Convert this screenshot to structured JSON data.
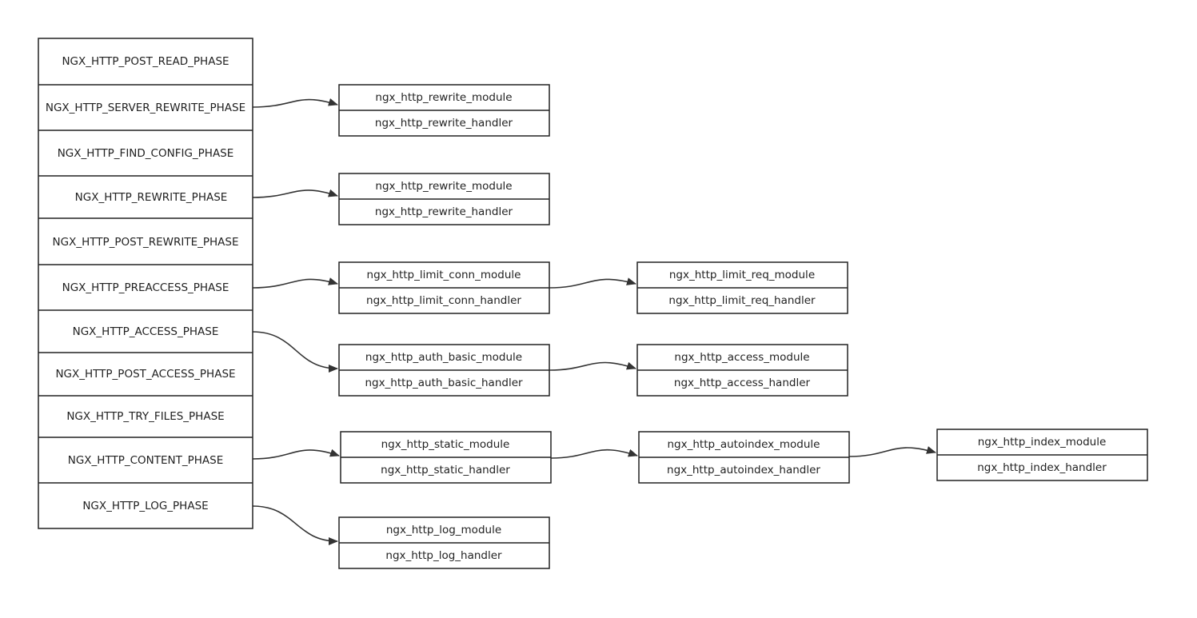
{
  "colors": {
    "stroke": "#222222",
    "text": "#222222",
    "background": "#ffffff",
    "arrow": "#333333"
  },
  "phases": [
    "NGX_HTTP_POST_READ_PHASE",
    "NGX_HTTP_SERVER_REWRITE_PHASE",
    "NGX_HTTP_FIND_CONFIG_PHASE",
    "NGX_HTTP_REWRITE_PHASE",
    "NGX_HTTP_POST_REWRITE_PHASE",
    "NGX_HTTP_PREACCESS_PHASE",
    "NGX_HTTP_ACCESS_PHASE",
    "NGX_HTTP_POST_ACCESS_PHASE",
    "NGX_HTTP_TRY_FILES_PHASE",
    "NGX_HTTP_CONTENT_PHASE",
    "NGX_HTTP_LOG_PHASE"
  ],
  "modules": [
    {
      "phase": "NGX_HTTP_SERVER_REWRITE_PHASE",
      "module": "ngx_http_rewrite_module",
      "handler": "ngx_http_rewrite_handler"
    },
    {
      "phase": "NGX_HTTP_REWRITE_PHASE",
      "module": "ngx_http_rewrite_module",
      "handler": "ngx_http_rewrite_handler"
    },
    {
      "phase": "NGX_HTTP_PREACCESS_PHASE",
      "module": "ngx_http_limit_conn_module",
      "handler": "ngx_http_limit_conn_handler"
    },
    {
      "phase": "NGX_HTTP_PREACCESS_PHASE",
      "module": "ngx_http_limit_req_module",
      "handler": "ngx_http_limit_req_handler"
    },
    {
      "phase": "NGX_HTTP_ACCESS_PHASE",
      "module": "ngx_http_auth_basic_module",
      "handler": "ngx_http_auth_basic_handler"
    },
    {
      "phase": "NGX_HTTP_ACCESS_PHASE",
      "module": "ngx_http_access_module",
      "handler": "ngx_http_access_handler"
    },
    {
      "phase": "NGX_HTTP_CONTENT_PHASE",
      "module": "ngx_http_static_module",
      "handler": "ngx_http_static_handler"
    },
    {
      "phase": "NGX_HTTP_CONTENT_PHASE",
      "module": "ngx_http_autoindex_module",
      "handler": "ngx_http_autoindex_handler"
    },
    {
      "phase": "NGX_HTTP_CONTENT_PHASE",
      "module": "ngx_http_index_module",
      "handler": "ngx_http_index_handler"
    },
    {
      "phase": "NGX_HTTP_LOG_PHASE",
      "module": "ngx_http_log_module",
      "handler": "ngx_http_log_handler"
    }
  ],
  "connections": [
    {
      "from": "NGX_HTTP_SERVER_REWRITE_PHASE",
      "to": "ngx_http_rewrite_module"
    },
    {
      "from": "NGX_HTTP_REWRITE_PHASE",
      "to": "ngx_http_rewrite_module"
    },
    {
      "from": "NGX_HTTP_PREACCESS_PHASE",
      "to": "ngx_http_limit_conn_module"
    },
    {
      "from": "ngx_http_limit_conn_module",
      "to": "ngx_http_limit_req_module"
    },
    {
      "from": "NGX_HTTP_ACCESS_PHASE",
      "to": "ngx_http_auth_basic_module"
    },
    {
      "from": "ngx_http_auth_basic_module",
      "to": "ngx_http_access_module"
    },
    {
      "from": "NGX_HTTP_CONTENT_PHASE",
      "to": "ngx_http_static_module"
    },
    {
      "from": "ngx_http_static_module",
      "to": "ngx_http_autoindex_module"
    },
    {
      "from": "ngx_http_autoindex_module",
      "to": "ngx_http_index_module"
    },
    {
      "from": "NGX_HTTP_LOG_PHASE",
      "to": "ngx_http_log_module"
    }
  ]
}
